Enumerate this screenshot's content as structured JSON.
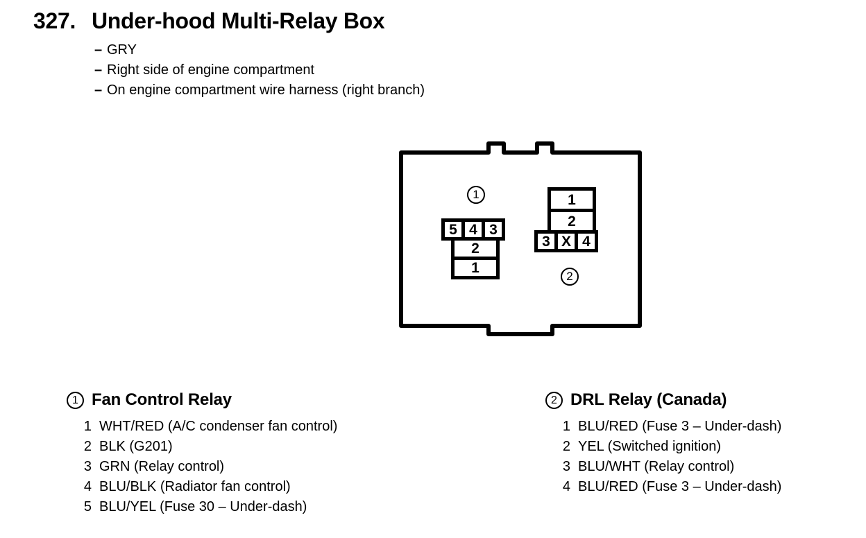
{
  "header": {
    "number": "327.",
    "title": "Under-hood Multi-Relay Box",
    "dash": "–",
    "details": [
      "GRY",
      "Right side of engine compartment",
      "On engine compartment wire harness (right branch)"
    ]
  },
  "diagram": {
    "callouts": [
      {
        "id": "1",
        "label": "1"
      },
      {
        "id": "2",
        "label": "2"
      }
    ],
    "connector_1": {
      "callout": "1",
      "top_row": [
        "5",
        "4",
        "3"
      ],
      "lower_stack": [
        "2",
        "1"
      ]
    },
    "connector_2": {
      "callout": "2",
      "upper_stack": [
        "1",
        "2"
      ],
      "bottom_row": [
        "3",
        "X",
        "4"
      ]
    }
  },
  "legends": [
    {
      "badge": "1",
      "title": "Fan Control Relay",
      "rows": [
        {
          "pin": "1",
          "desc": "WHT/RED (A/C condenser fan control)"
        },
        {
          "pin": "2",
          "desc": "BLK (G201)"
        },
        {
          "pin": "3",
          "desc": "GRN (Relay control)"
        },
        {
          "pin": "4",
          "desc": "BLU/BLK (Radiator fan control)"
        },
        {
          "pin": "5",
          "desc": "BLU/YEL (Fuse 30 – Under-dash)"
        }
      ]
    },
    {
      "badge": "2",
      "title": "DRL Relay (Canada)",
      "rows": [
        {
          "pin": "1",
          "desc": "BLU/RED (Fuse 3 – Under-dash)"
        },
        {
          "pin": "2",
          "desc": "YEL (Switched ignition)"
        },
        {
          "pin": "3",
          "desc": "BLU/WHT (Relay control)"
        },
        {
          "pin": "4",
          "desc": "BLU/RED (Fuse 3 – Under-dash)"
        }
      ]
    }
  ]
}
